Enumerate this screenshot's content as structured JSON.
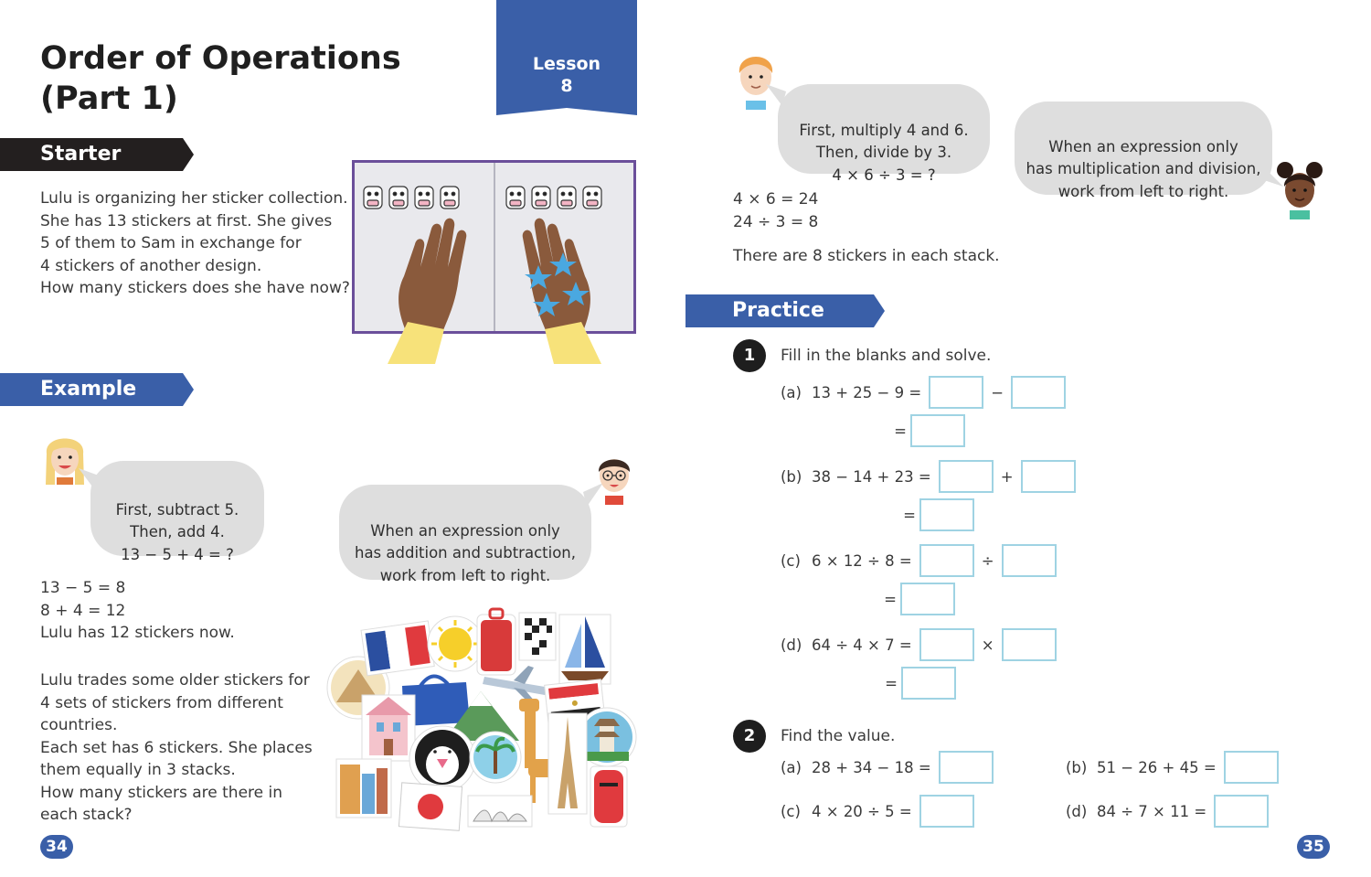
{
  "left_page": {
    "title": "Order of Operations\n(Part 1)",
    "lesson_tab": "Lesson\n8",
    "starter": {
      "heading": "Starter",
      "text": "Lulu is organizing her sticker collection.\nShe has 13 stickers at first. She gives\n5 of them to Sam in exchange for\n4 stickers of another design.\nHow many stickers does she have now?"
    },
    "example": {
      "heading": "Example",
      "bubble_girl": "First, subtract 5.\nThen, add 4.\n13 − 5 + 4 = ?",
      "bubble_boy": "When an expression only\nhas addition and subtraction,\nwork from left to right.",
      "solution": "13 − 5 = 8\n8 + 4 = 12\nLulu has 12 stickers now.",
      "problem2": "Lulu trades some older stickers for\n4 sets of stickers from different\ncountries.\nEach set has 6 stickers. She places\nthem equally in 3 stacks.\nHow many stickers are there in\neach stack?"
    },
    "page_number": "34"
  },
  "right_page": {
    "bubble_boy": "First, multiply 4 and 6.\nThen, divide by 3.\n4 × 6 ÷ 3 = ?",
    "bubble_girl": "When an expression only\nhas multiplication and division,\nwork from left to right.",
    "solution": "4 × 6 = 24\n24 ÷ 3 = 8",
    "answer": "There are 8 stickers in each stack.",
    "practice": {
      "heading": "Practice",
      "q1": {
        "number": "1",
        "instruction": "Fill in the blanks and solve.",
        "parts": [
          {
            "label": "(a)",
            "expr": "13 + 25 − 9 =",
            "op": "−",
            "eq": "="
          },
          {
            "label": "(b)",
            "expr": "38 − 14 + 23 =",
            "op": "+",
            "eq": "="
          },
          {
            "label": "(c)",
            "expr": "6 × 12 ÷ 8 =",
            "op": "÷",
            "eq": "="
          },
          {
            "label": "(d)",
            "expr": "64 ÷ 4 × 7 =",
            "op": "×",
            "eq": "="
          }
        ]
      },
      "q2": {
        "number": "2",
        "instruction": "Find the value.",
        "parts": [
          {
            "label": "(a)",
            "expr": "28 + 34 − 18 ="
          },
          {
            "label": "(b)",
            "expr": "51 − 26 + 45 ="
          },
          {
            "label": "(c)",
            "expr": "4 × 20 ÷ 5 ="
          },
          {
            "label": "(d)",
            "expr": "84 ÷ 7 × 11 ="
          }
        ]
      }
    },
    "page_number": "35"
  },
  "colors": {
    "blue_banner": "#3a5fa8",
    "dark_banner": "#231f1f",
    "bubble": "#dedede",
    "answer_box_border": "#9fd3e3",
    "flag_red": "#e03a3e",
    "flag_blue": "#2b4fa0",
    "star_blue": "#4aa8e0"
  },
  "icons": [
    "cow-sticker-icon",
    "hand-icon",
    "star-sticker-icon",
    "girl-face-icon",
    "boy-face-icon",
    "flag-france-icon",
    "sun-sticker-icon",
    "suitcase-icon",
    "sailboat-icon",
    "airplane-icon",
    "penguin-icon",
    "pagoda-icon",
    "eiffel-tower-icon",
    "mailbox-icon",
    "giraffe-icon",
    "flag-japan-icon",
    "flag-egypt-icon"
  ]
}
